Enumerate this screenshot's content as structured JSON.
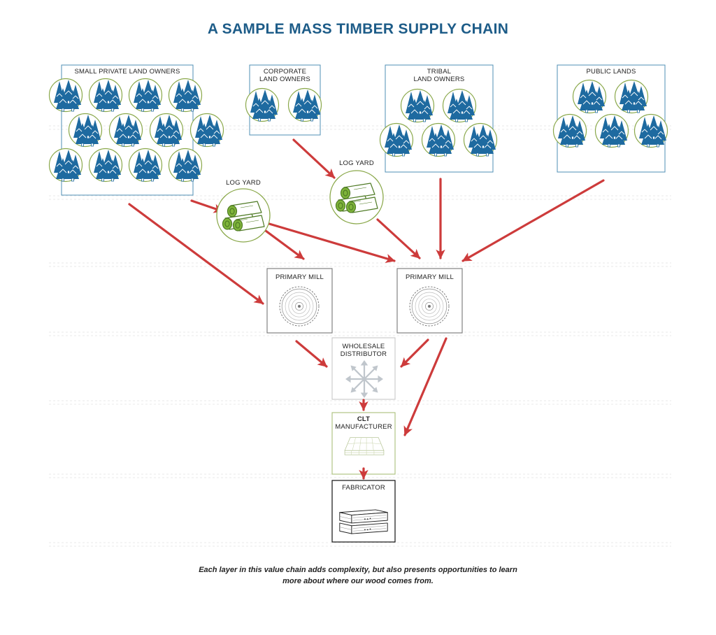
{
  "title": "A SAMPLE MASS TIMBER SUPPLY CHAIN",
  "colors": {
    "title": "#1d5c88",
    "tree": "#1e6aa0",
    "tree_circle": "#8aa84a",
    "log": "#7fb43a",
    "arrow": "#cd3b3b",
    "box_blue": "#4f8fb5",
    "box_gray": "#777777",
    "box_light": "#c8c8c8",
    "box_green": "#a9c07a",
    "box_dark": "#111111",
    "dash": "#dddddd"
  },
  "nodes": {
    "small_private": "SMALL PRIVATE LAND OWNERS",
    "corporate_line1": "CORPORATE",
    "corporate_line2": "LAND OWNERS",
    "tribal_line1": "TRIBAL",
    "tribal_line2": "LAND OWNERS",
    "public": "PUBLIC LANDS",
    "log_yard_left": "LOG YARD",
    "log_yard_right": "LOG YARD",
    "primary_mill_left": "PRIMARY MILL",
    "primary_mill_right": "PRIMARY MILL",
    "wholesale_line1": "WHOLESALE",
    "wholesale_line2": "DISTRIBUTOR",
    "clt_line1": "CLT",
    "clt_line2": "MANUFACTURER",
    "fabricator": "FABRICATOR"
  },
  "icons": {
    "tree": "tree-cluster-icon",
    "log": "log-pile-icon",
    "saw": "saw-blade-icon",
    "distributor": "distribution-arrows-icon",
    "clt": "clt-panel-icon",
    "beam": "beam-stack-icon"
  },
  "caption_line1": "Each layer in this value chain adds complexity, but also presents opportunities to learn",
  "caption_line2": "more about where our wood comes from."
}
